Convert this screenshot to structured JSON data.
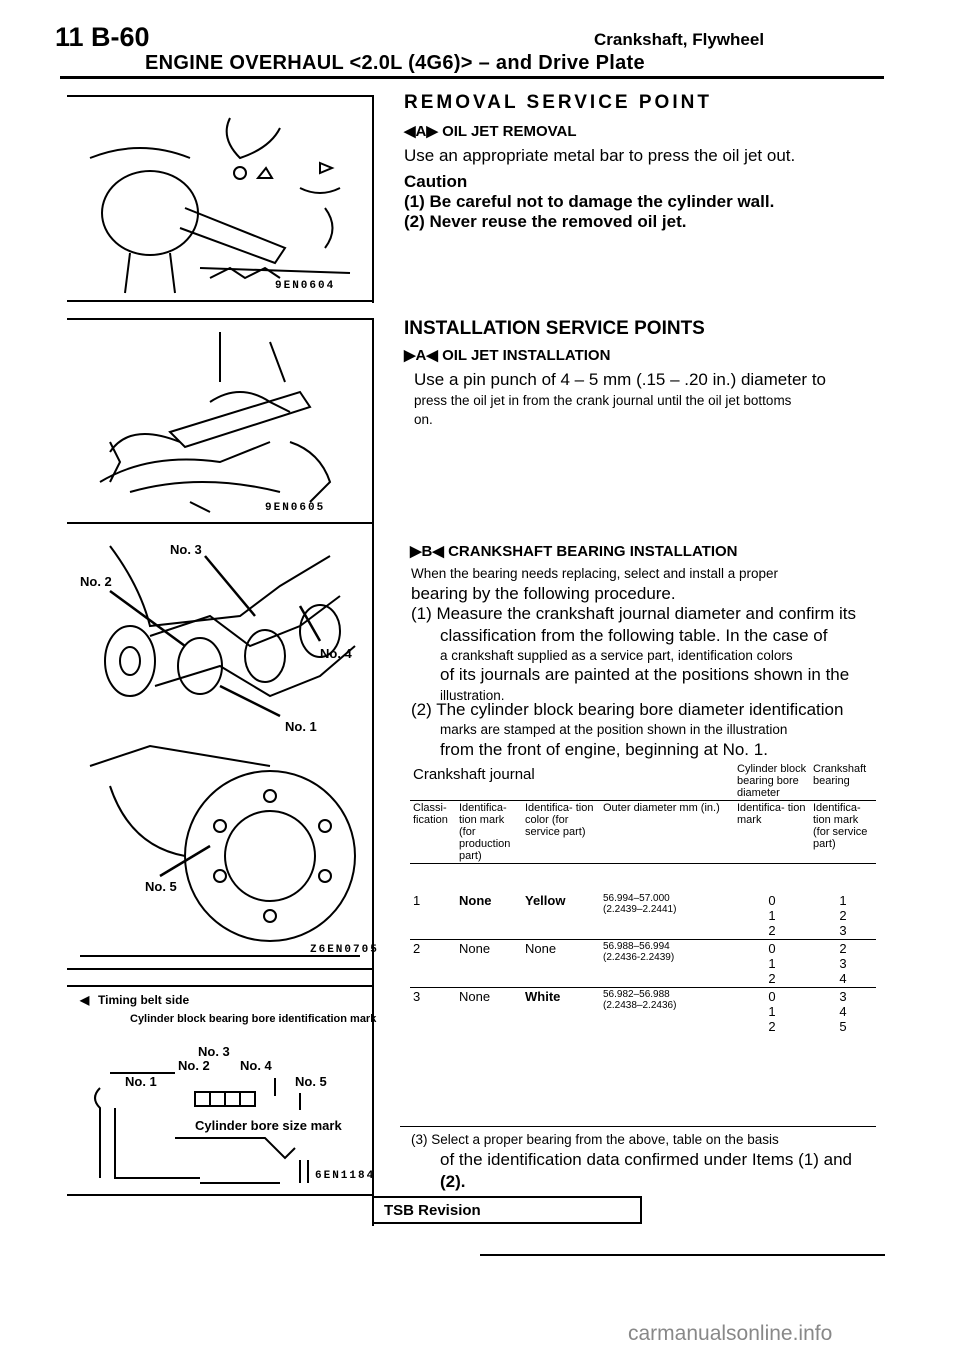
{
  "header": {
    "page": "11 B-60",
    "section": "ENGINE OVERHAUL <2.0L (4G6)> – and Drive Plate",
    "topic": "Crankshaft, Flywheel"
  },
  "figures": {
    "fig1_code": "9EN0604",
    "fig2_code": "9EN0605",
    "fig3_code": "Z6EN0705",
    "fig3_labels": [
      "No. 3",
      "No. 2",
      "No. 4",
      "No. 1",
      "No. 5"
    ],
    "fig4_code": "6EN1184",
    "fig4_timing": "Timing belt side",
    "fig4_caption": "Cylinder block bearing bore identification mark",
    "fig4_labels": [
      "No. 3",
      "No. 2",
      "No. 4",
      "No. 1",
      "No. 5"
    ],
    "fig4_mark": "Cylinder bore size mark"
  },
  "removal": {
    "title": "REMOVAL SERVICE POINT",
    "sub": "◀A▶ OIL JET REMOVAL",
    "text": "Use an appropriate metal bar to press the oil jet out.",
    "caution": "Caution",
    "c1": "(1) Be careful not to damage the cylinder wall.",
    "c2": "(2) Never reuse the removed oil jet."
  },
  "install": {
    "title": "INSTALLATION SERVICE POINTS",
    "sub": "▶A◀ OIL JET INSTALLATION",
    "t1": "Use a pin punch of 4 – 5 mm (.15 – .20 in.) diameter to",
    "t2": "press the oil jet in from the crank journal until the oil jet bottoms",
    "t3": "on."
  },
  "bearing": {
    "sub": "▶B◀ CRANKSHAFT BEARING INSTALLATION",
    "p1a": "When the bearing needs replacing, select and install a proper",
    "p1b": "bearing by the following procedure.",
    "s1a": "(1) Measure the crankshaft journal diameter and confirm its",
    "s1b": "classification from the following table. In the case of",
    "s1c": "a crankshaft supplied as a service part, identification colors",
    "s1d": "of its journals are painted at the positions shown in the",
    "s1e": "illustration.",
    "s2a": "(2) The cylinder block bearing bore diameter identification",
    "s2b": "marks are stamped at the position shown in the illustration",
    "s2c": "from the front of engine, beginning at No. 1.",
    "s3a": "(3) Select a proper bearing from the above, table on the basis",
    "s3b": "of the identification data confirmed under Items (1) and",
    "s3c": "(2)."
  },
  "table": {
    "h_journal": "Crankshaft journal",
    "h_block": "Cylinder block bearing bore diameter",
    "h_bearing": "Crankshaft bearing",
    "c_class": "Classi- fication",
    "c_mark": "Identifica- tion mark (for production part)",
    "c_color": "Identifica- tion color (for service part)",
    "c_outer": "Outer diameter mm (in.)",
    "c_blockmark": "Identifica- tion mark",
    "c_bearingmark": "Identifica- tion mark (for service part)",
    "rows": [
      {
        "cls": "1",
        "mark": "None",
        "color": "Yellow",
        "dia": "56.994–57.000",
        "dia_in": "(2.2439–2.2441)",
        "pairs": [
          [
            "0",
            "1"
          ],
          [
            "1",
            "2"
          ],
          [
            "2",
            "3"
          ]
        ]
      },
      {
        "cls": "2",
        "mark": "None",
        "color": "None",
        "dia": "56.988–56.994",
        "dia_in": "(2.2436-2.2439)",
        "pairs": [
          [
            "0",
            "2"
          ],
          [
            "1",
            "3"
          ],
          [
            "2",
            "4"
          ]
        ]
      },
      {
        "cls": "3",
        "mark": "None",
        "color": "White",
        "dia": "56.982–56.988",
        "dia_in": "(2.2438–2.2436)",
        "pairs": [
          [
            "0",
            "3"
          ],
          [
            "1",
            "4"
          ],
          [
            "2",
            "5"
          ]
        ]
      }
    ]
  },
  "footer": {
    "tsb": "TSB Revision",
    "watermark": "carmanualsonline.info"
  }
}
